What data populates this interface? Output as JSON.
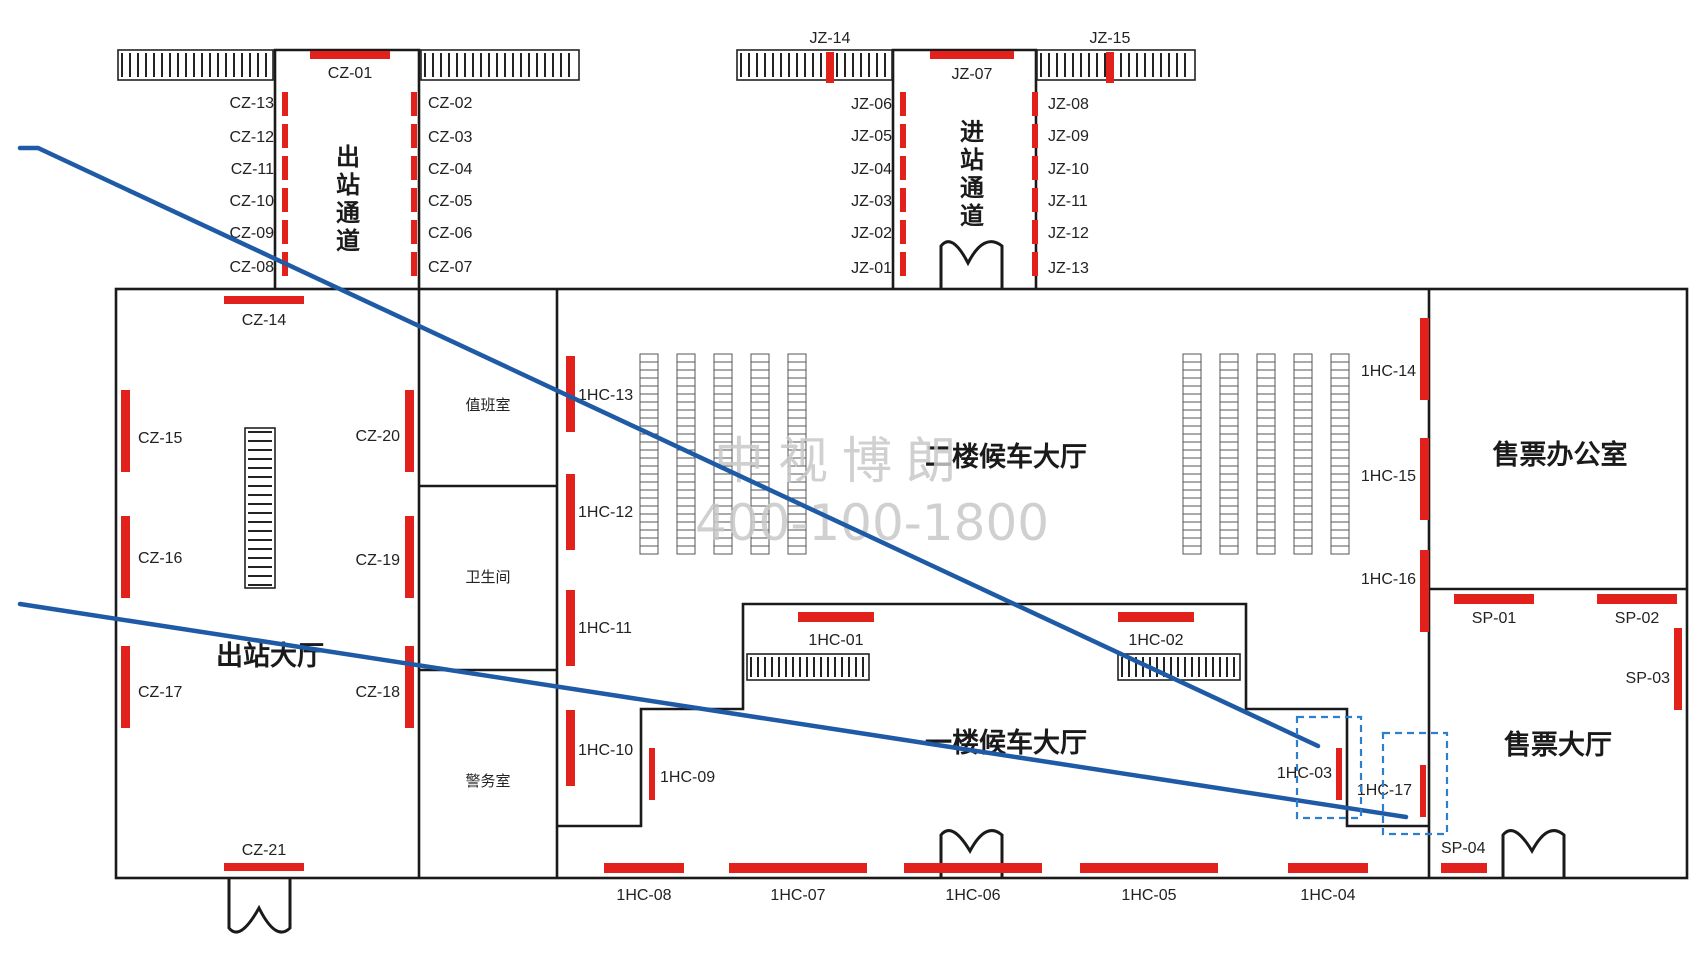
{
  "plan": {
    "halls": {
      "upper_waiting": "二楼候车大厅",
      "lower_waiting": "一楼候车大厅",
      "exit_hall": "出站大厅",
      "ticket_hall": "售票大厅",
      "ticket_office": "售票办公室"
    },
    "rooms": {
      "duty": "值班室",
      "toilet": "卫生间",
      "police": "警务室"
    },
    "passages": {
      "exit_passage": "出站通道",
      "entry_passage": "进站通道"
    },
    "watermark": {
      "line1": "中视博朗",
      "line2": "400-100-1800"
    },
    "labels": {
      "CZ01": "CZ-01",
      "CZ02": "CZ-02",
      "CZ03": "CZ-03",
      "CZ04": "CZ-04",
      "CZ05": "CZ-05",
      "CZ06": "CZ-06",
      "CZ07": "CZ-07",
      "CZ08": "CZ-08",
      "CZ09": "CZ-09",
      "CZ10": "CZ-10",
      "CZ11": "CZ-11",
      "CZ12": "CZ-12",
      "CZ13": "CZ-13",
      "CZ14": "CZ-14",
      "CZ15": "CZ-15",
      "CZ16": "CZ-16",
      "CZ17": "CZ-17",
      "CZ18": "CZ-18",
      "CZ19": "CZ-19",
      "CZ20": "CZ-20",
      "CZ21": "CZ-21",
      "JZ01": "JZ-01",
      "JZ02": "JZ-02",
      "JZ03": "JZ-03",
      "JZ04": "JZ-04",
      "JZ05": "JZ-05",
      "JZ06": "JZ-06",
      "JZ07": "JZ-07",
      "JZ08": "JZ-08",
      "JZ09": "JZ-09",
      "JZ10": "JZ-10",
      "JZ11": "JZ-11",
      "JZ12": "JZ-12",
      "JZ13": "JZ-13",
      "JZ14": "JZ-14",
      "JZ15": "JZ-15",
      "HC01": "1HC-01",
      "HC02": "1HC-02",
      "HC03": "1HC-03",
      "HC04": "1HC-04",
      "HC05": "1HC-05",
      "HC06": "1HC-06",
      "HC07": "1HC-07",
      "HC08": "1HC-08",
      "HC09": "1HC-09",
      "HC10": "1HC-10",
      "HC11": "1HC-11",
      "HC12": "1HC-12",
      "HC13": "1HC-13",
      "HC14": "1HC-14",
      "HC15": "1HC-15",
      "HC16": "1HC-16",
      "HC17": "1HC-17",
      "SP01": "SP-01",
      "SP02": "SP-02",
      "SP03": "SP-03",
      "SP04": "SP-04"
    },
    "colors": {
      "gate": "#e3211c",
      "route": "#1f5aa6",
      "camera_zone": "#2c7fcf",
      "wall": "#1a1a1a"
    }
  }
}
